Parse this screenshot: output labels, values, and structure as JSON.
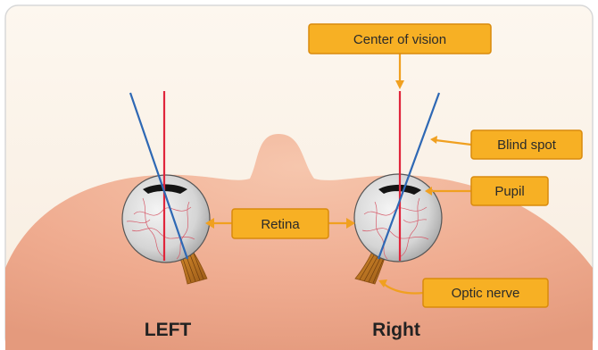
{
  "labels": {
    "center_of_vision": "Center of vision",
    "blind_spot": "Blind spot",
    "pupil": "Pupil",
    "retina": "Retina",
    "optic_nerve": "Optic nerve",
    "left": "LEFT",
    "right": "Right"
  },
  "colors": {
    "background": "#fbf3e9",
    "head_skin": "#efaa8e",
    "label_fill": "#f7b024",
    "label_border": "#d98a0c",
    "center_line": "#e0253b",
    "offset_line": "#2e68b4",
    "optic_nerve": "#b8731f"
  }
}
